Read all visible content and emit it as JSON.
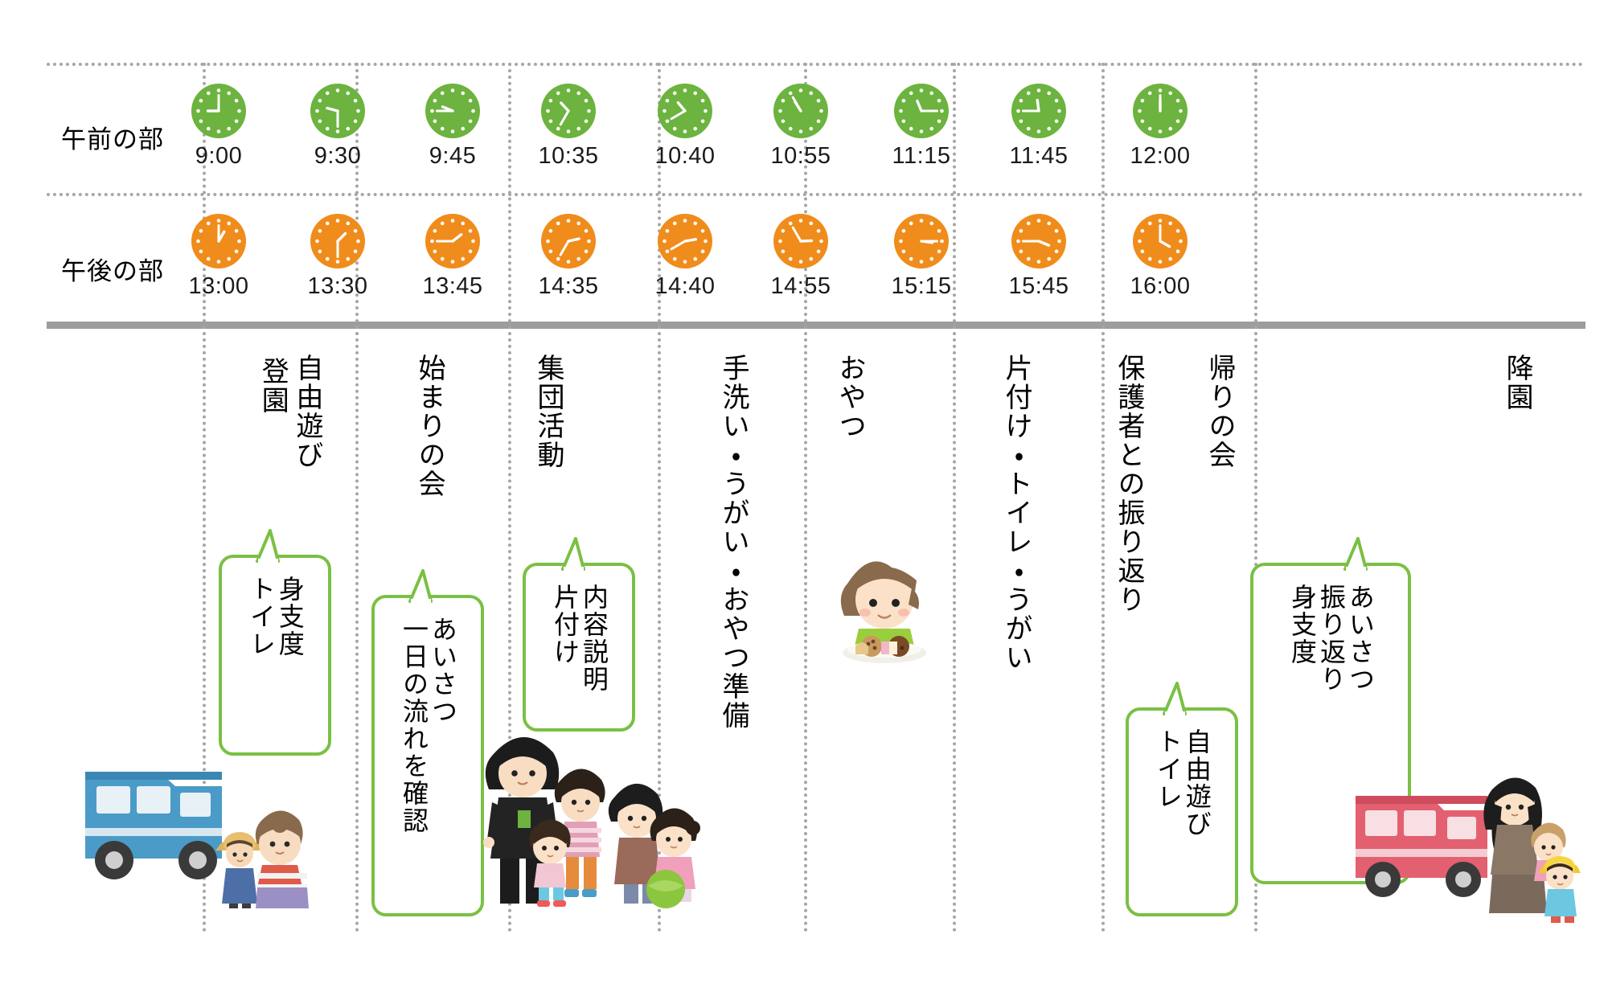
{
  "colors": {
    "morning_clock": "#6cb33f",
    "afternoon_clock": "#f08c1b",
    "bubble_outline": "#7ac043",
    "grid_dotted": "#a6a6a6",
    "thick_rule": "#9d9d9d",
    "text": "#000000"
  },
  "rows": {
    "morning_label": "午前の部",
    "afternoon_label": "午後の部"
  },
  "columns": [
    {
      "morning_time": "9:00",
      "afternoon_time": "13:00",
      "morning_hour": 9,
      "morning_minute": 0,
      "afternoon_hour": 13,
      "afternoon_minute": 0,
      "activities": [
        "自由遊び",
        "登園"
      ],
      "bubble": [
        "身支度",
        "トイレ"
      ]
    },
    {
      "morning_time": "9:30",
      "afternoon_time": "13:30",
      "morning_hour": 9,
      "morning_minute": 30,
      "afternoon_hour": 13,
      "afternoon_minute": 30,
      "activities": [
        "始まりの会"
      ],
      "bubble": [
        "あいさつ",
        "一日の流れを確認"
      ]
    },
    {
      "morning_time": "9:45",
      "afternoon_time": "13:45",
      "morning_hour": 9,
      "morning_minute": 45,
      "afternoon_hour": 13,
      "afternoon_minute": 45,
      "activities": [
        "集団活動"
      ],
      "bubble": [
        "内容説明",
        "片付け"
      ]
    },
    {
      "morning_time": "10:35",
      "afternoon_time": "14:35",
      "morning_hour": 10,
      "morning_minute": 35,
      "afternoon_hour": 14,
      "afternoon_minute": 35,
      "activities": [
        "手洗い・うがい・おやつ準備"
      ],
      "bubble": null
    },
    {
      "morning_time": "10:40",
      "afternoon_time": "14:40",
      "morning_hour": 10,
      "morning_minute": 40,
      "afternoon_hour": 14,
      "afternoon_minute": 40,
      "activities": [
        "おやつ"
      ],
      "bubble": null
    },
    {
      "morning_time": "10:55",
      "afternoon_time": "14:55",
      "morning_hour": 10,
      "morning_minute": 55,
      "afternoon_hour": 14,
      "afternoon_minute": 55,
      "activities": [
        "片付け・トイレ・うがい"
      ],
      "bubble": null
    },
    {
      "morning_time": "11:15",
      "afternoon_time": "15:15",
      "morning_hour": 11,
      "morning_minute": 15,
      "afternoon_hour": 15,
      "afternoon_minute": 15,
      "activities": [
        "保護者との振り返り"
      ],
      "bubble": [
        "自由遊び",
        "トイレ"
      ]
    },
    {
      "morning_time": "11:45",
      "afternoon_time": "15:45",
      "morning_hour": 11,
      "morning_minute": 45,
      "afternoon_hour": 15,
      "afternoon_minute": 45,
      "activities": [
        "帰りの会"
      ],
      "bubble": [
        "あいさつ",
        "振り返り",
        "身支度"
      ]
    },
    {
      "morning_time": "12:00",
      "afternoon_time": "16:00",
      "morning_hour": 12,
      "morning_minute": 0,
      "afternoon_hour": 16,
      "afternoon_minute": 0,
      "activities": [
        "降園"
      ],
      "bubble": null
    }
  ],
  "illustrations": [
    {
      "name": "bus-with-child-and-staff",
      "column": 1
    },
    {
      "name": "staff-with-children-group",
      "column": 3
    },
    {
      "name": "child-with-snack-plate",
      "column": 5
    },
    {
      "name": "red-bus-with-parent-and-children",
      "column": 9
    }
  ]
}
